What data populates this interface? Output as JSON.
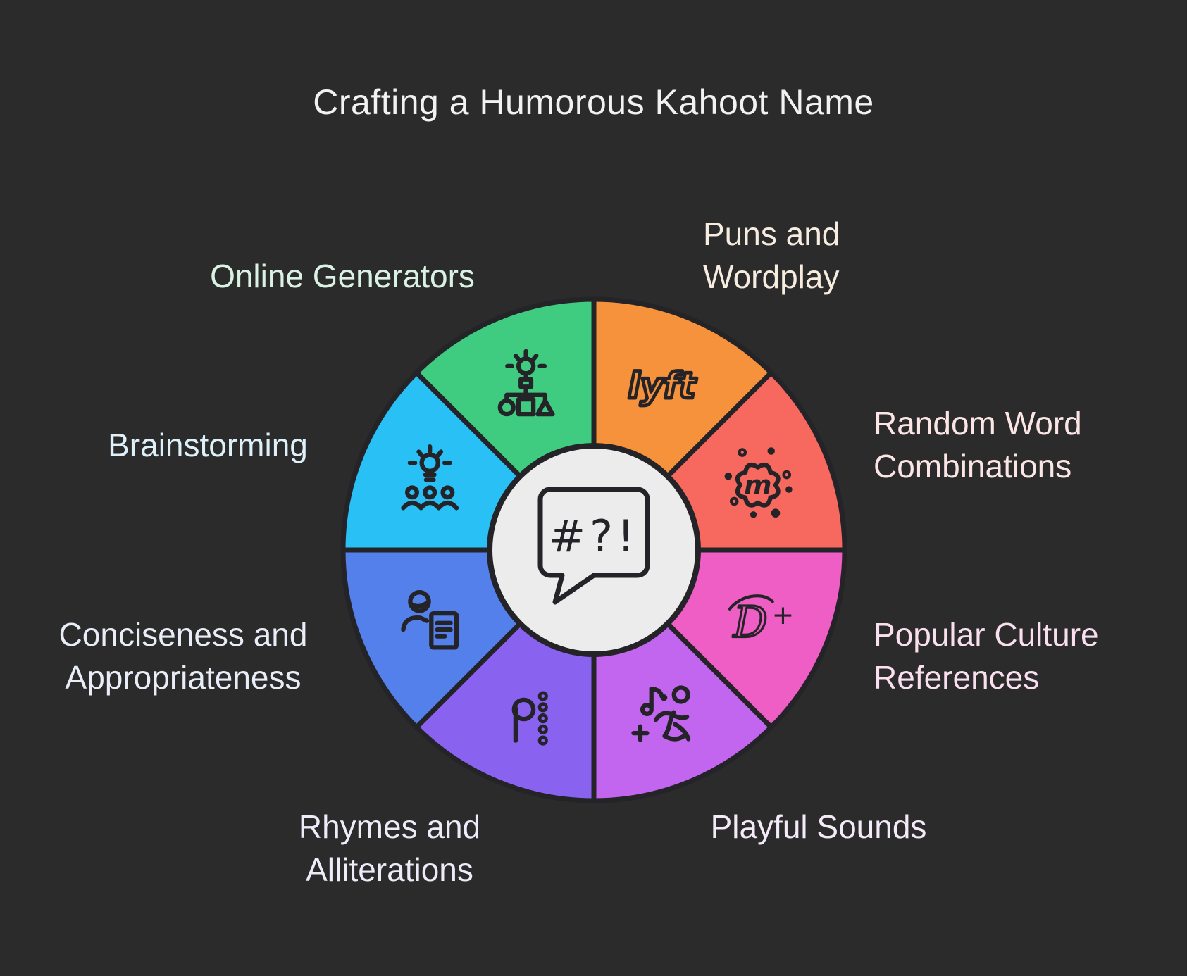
{
  "title": "Crafting a Humorous Kahoot Name",
  "background_color": "#2b2b2b",
  "outline_color": "#242428",
  "center": {
    "icon": "speech-bubble-icon",
    "symbol_text": "#?!",
    "circle_color": "#ececec"
  },
  "segments": [
    {
      "name": "puns-and-wordplay",
      "label": "Puns and\nWordplay",
      "label_color": "#f6ecdf",
      "color": "#f6913c",
      "icon": "lyft-logo-icon",
      "icon_text": "lyft"
    },
    {
      "name": "random-word-combinations",
      "label": "Random Word\nCombinations",
      "label_color": "#fbe5e5",
      "color": "#f7685f",
      "icon": "meetup-logo-icon",
      "icon_text": "m"
    },
    {
      "name": "popular-culture-references",
      "label": "Popular Culture\nReferences",
      "label_color": "#fadfef",
      "color": "#ee5ec4",
      "icon": "disney-plus-logo-icon",
      "icon_text": "D+"
    },
    {
      "name": "playful-sounds",
      "label": "Playful Sounds",
      "label_color": "#f5eaf9",
      "color": "#c366ef",
      "icon": "dancing-figure-icon",
      "icon_text": ""
    },
    {
      "name": "rhymes-and-alliterations",
      "label": "Rhymes and\nAlliterations",
      "label_color": "#efecfa",
      "color": "#8a62f0",
      "icon": "letter-p-dots-icon",
      "icon_text": ""
    },
    {
      "name": "conciseness-and-appropriateness",
      "label": "Conciseness and\nAppropriateness",
      "label_color": "#e9edf8",
      "color": "#5380ea",
      "icon": "person-document-icon",
      "icon_text": ""
    },
    {
      "name": "brainstorming",
      "label": "Brainstorming",
      "label_color": "#def0fa",
      "color": "#29c0f6",
      "icon": "brainstorm-lightbulb-icon",
      "icon_text": ""
    },
    {
      "name": "online-generators",
      "label": "Online Generators",
      "label_color": "#d9f2e4",
      "color": "#3fcb80",
      "icon": "idea-generator-icon",
      "icon_text": ""
    }
  ]
}
